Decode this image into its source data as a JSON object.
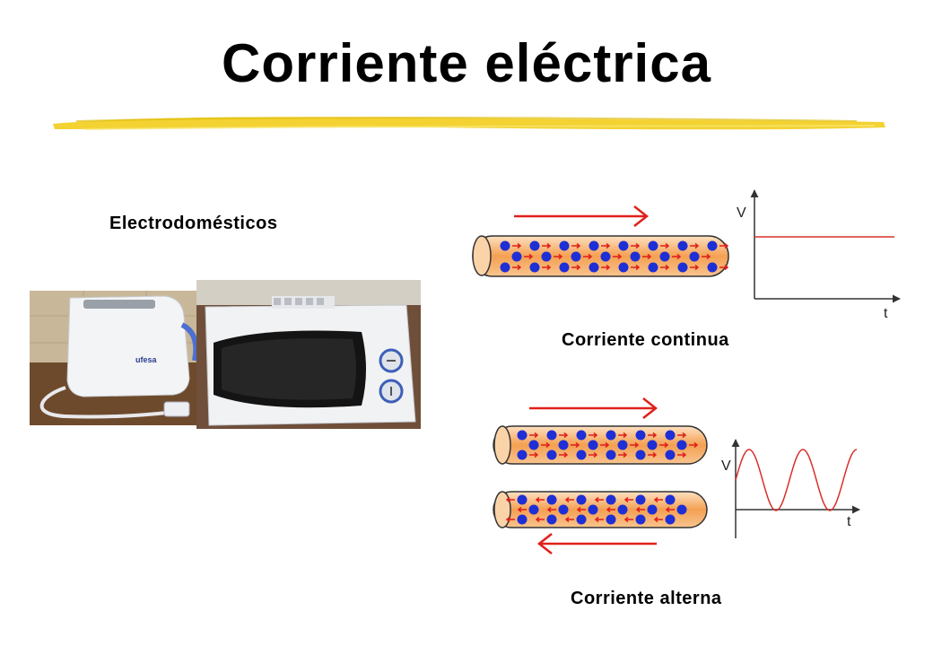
{
  "slide": {
    "title": "Corriente eléctrica"
  },
  "labels": {
    "appliances": "Electrodomésticos",
    "direct_current": "Corriente continua",
    "alternating_current": "Corriente alterna"
  },
  "graphs": {
    "dc": {
      "y_axis": "V",
      "x_axis": "t"
    },
    "ac": {
      "y_axis": "V",
      "x_axis": "t"
    }
  },
  "colors": {
    "underline": "#f2d027",
    "arrow": "#e0201b",
    "electron": "#1f2fd6",
    "wire_fill": "#f3a354",
    "signal": "#d9302b"
  }
}
